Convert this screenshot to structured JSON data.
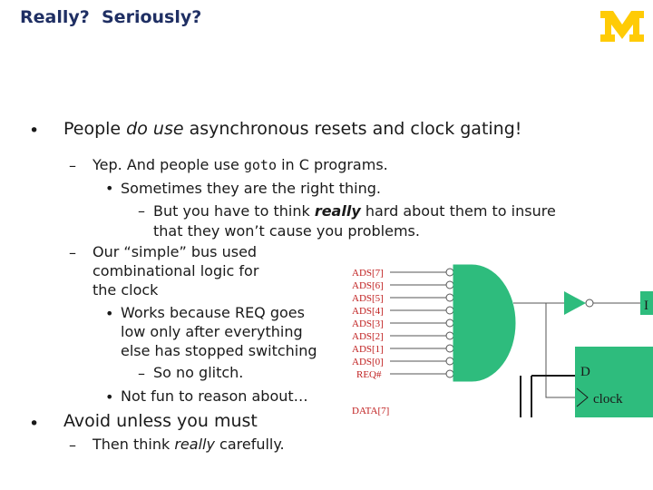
{
  "title": "Really?  Seriously?",
  "logo": {
    "letter": "M",
    "color": "#ffcb05"
  },
  "bullets": {
    "b1": {
      "pre": "People ",
      "em": "do use",
      "post": " asynchronous resets and clock gating!"
    },
    "yep": {
      "pre": "Yep.  And people use ",
      "code": "goto",
      "post": " in C programs."
    },
    "sometimes": "Sometimes they are the right thing.",
    "think": {
      "pre": "But you have to think ",
      "em": "really",
      "post": " hard about them to insure"
    },
    "think2": "that they won’t cause you problems.",
    "simple": [
      "Our “simple” bus used",
      "combinational logic for",
      "the clock"
    ],
    "works": [
      "Works because REQ goes",
      "low only after everything",
      "else has stopped switching"
    ],
    "glitch": "So no glitch.",
    "notfun": "Not fun to reason about…",
    "avoid": "Avoid unless you must",
    "then": {
      "pre": "Then think ",
      "em": "really",
      "post": " carefully."
    }
  },
  "circuit": {
    "inputs": [
      "ADS[7]",
      "ADS[6]",
      "ADS[5]",
      "ADS[4]",
      "ADS[3]",
      "ADS[2]",
      "ADS[1]",
      "ADS[0]",
      "REQ#"
    ],
    "data_label": "DATA[7]",
    "ff_d": "D",
    "ff_clock": "clock",
    "partial_label": "I",
    "gate_color": "#2ebc7d",
    "ff_color": "#2ebc7d",
    "label_color": "#c02020"
  }
}
